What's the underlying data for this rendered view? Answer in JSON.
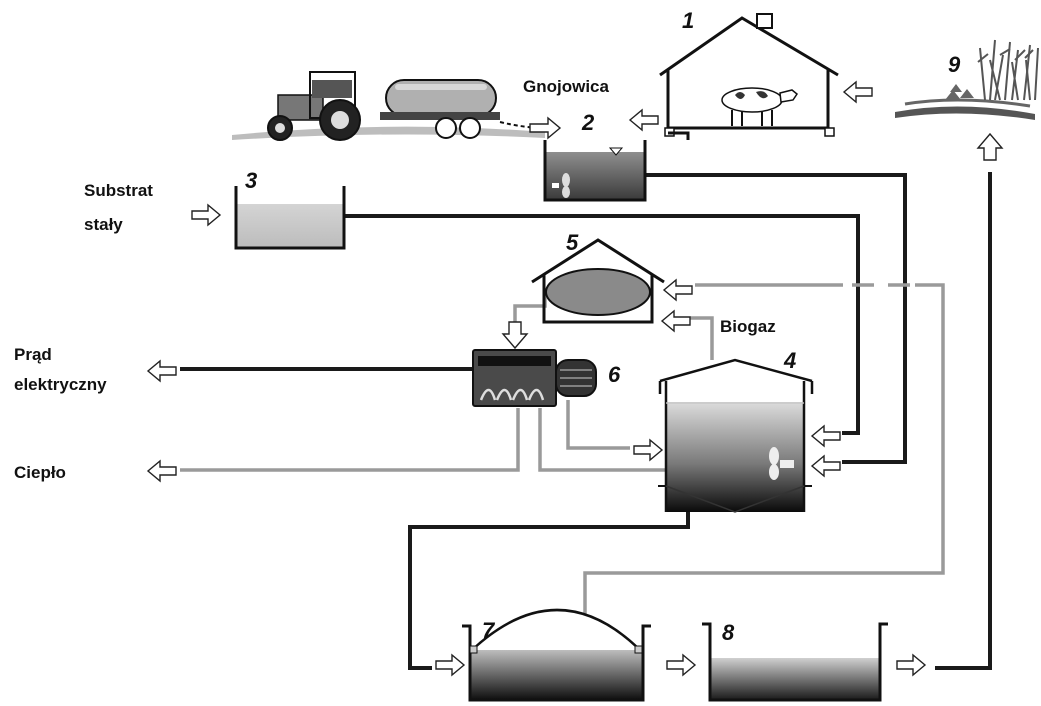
{
  "labels": {
    "n1": "1",
    "n2": "2",
    "n3": "3",
    "n4": "4",
    "n5": "5",
    "n6": "6",
    "n7": "7",
    "n8": "8",
    "n9": "9",
    "gnojowica": "Gnojowica",
    "substrat_line1": "Substrat",
    "substrat_line2": "stały",
    "biogaz": "Biogaz",
    "prad_line1": "Prąd",
    "prad_line2": "elektryczny",
    "cieplo": "Ciepło"
  },
  "colors": {
    "dark_pipe": "#1a1a1a",
    "gray_pipe": "#9a9a9a",
    "liquid_light": "#c8c8c8",
    "liquid_dark": "#101010",
    "gas_bag": "#8a8a8a"
  }
}
